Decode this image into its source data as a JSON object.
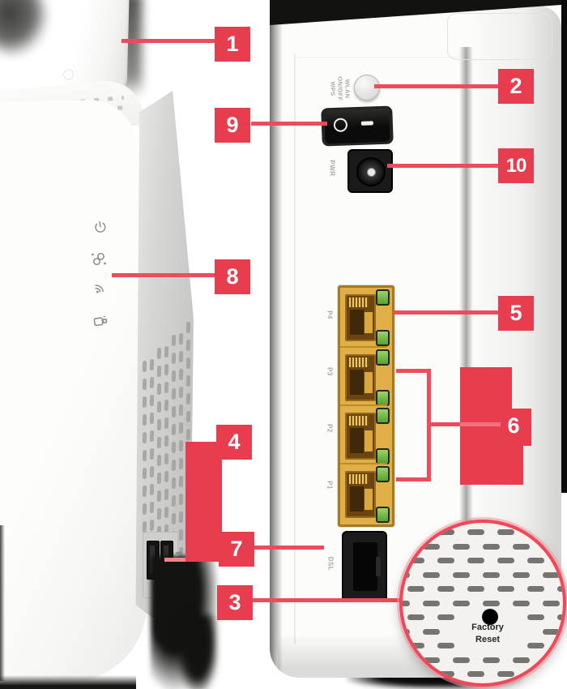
{
  "colors": {
    "callout_box": "#e83d4f",
    "callout_line": "#ee4b5c",
    "callout_line_light": "#f2808b",
    "magnifier_border": "#ef4858",
    "ethernet_yellow": "#e0af48",
    "led_green": "#6cc13e"
  },
  "callouts": [
    {
      "number": "1",
      "target": "antenna"
    },
    {
      "number": "2",
      "target": "wlan-wps-button"
    },
    {
      "number": "3",
      "target": "factory-reset-detail"
    },
    {
      "number": "4",
      "target": "usb-ports"
    },
    {
      "number": "5",
      "target": "ethernet-port-p4"
    },
    {
      "number": "6",
      "target": "ethernet-ports-p1-p3"
    },
    {
      "number": "7",
      "target": "dsl-port"
    },
    {
      "number": "8",
      "target": "status-leds"
    },
    {
      "number": "9",
      "target": "power-switch"
    },
    {
      "number": "10",
      "target": "power-jack"
    }
  ],
  "back_panel": {
    "wlan_button_label": [
      "WLAN",
      "ON/OFF",
      "WPS"
    ],
    "power_switch_symbols": [
      "O",
      "—"
    ],
    "power_jack_label": "PWR",
    "ethernet_port_labels": [
      "P4",
      "P3",
      "P2",
      "P1"
    ],
    "dsl_label": "DSL"
  },
  "front_panel": {
    "status_icons": [
      "power-icon",
      "internet-icon",
      "wifi-icon",
      "usb-icon"
    ],
    "usb_port_count": 2
  },
  "magnifier": {
    "label_line1": "Factory",
    "label_line2": "Reset"
  }
}
